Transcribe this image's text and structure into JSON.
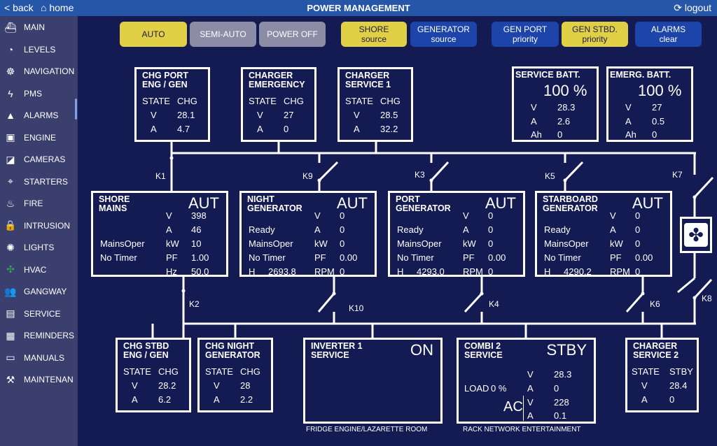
{
  "header": {
    "back": "< back",
    "home": "⌂ home",
    "title": "POWER MANAGEMENT",
    "logout": "⟳ logout"
  },
  "sidebar": {
    "items": [
      {
        "label": "MAIN",
        "icon": "ship-icon",
        "glyph": "⛴"
      },
      {
        "label": "LEVELS",
        "icon": "gauge-icon",
        "glyph": "◔"
      },
      {
        "label": "NAVIGATION",
        "icon": "helm-icon",
        "glyph": "☸"
      },
      {
        "label": "PMS",
        "icon": "bolt-icon",
        "glyph": "ϟ"
      },
      {
        "label": "ALARMS",
        "icon": "warning-icon",
        "glyph": "▲"
      },
      {
        "label": "ENGINE",
        "icon": "engine-icon",
        "glyph": "▣"
      },
      {
        "label": "CAMERAS",
        "icon": "camera-icon",
        "glyph": "◪"
      },
      {
        "label": "STARTERS",
        "icon": "crosshair-icon",
        "glyph": "⌖"
      },
      {
        "label": "FIRE",
        "icon": "fire-icon",
        "glyph": "♨"
      },
      {
        "label": "INTRUSION",
        "icon": "lock-icon",
        "glyph": "🔒"
      },
      {
        "label": "LIGHTS",
        "icon": "bulb-icon",
        "glyph": "✺"
      },
      {
        "label": "HVAC",
        "icon": "hvac-icon",
        "glyph": "✣"
      },
      {
        "label": "GANGWAY",
        "icon": "people-icon",
        "glyph": "👥"
      },
      {
        "label": "SERVICE",
        "icon": "clipboard-icon",
        "glyph": "▤"
      },
      {
        "label": "REMINDERS",
        "icon": "calendar-icon",
        "glyph": "▦"
      },
      {
        "label": "MANUALS",
        "icon": "document-icon",
        "glyph": "▭"
      },
      {
        "label": "MAINTENAN",
        "icon": "wrench-clock-icon",
        "glyph": "⚒"
      }
    ]
  },
  "toolbar": {
    "auto": "AUTO",
    "semi": "SEMI-AUTO",
    "off": "POWER OFF",
    "shore": [
      "SHORE",
      "source"
    ],
    "gen": [
      "GENERATOR",
      "source"
    ],
    "genport": [
      "GEN PORT",
      "priority"
    ],
    "genstbd": [
      "GEN STBD.",
      "priority"
    ],
    "alarms": [
      "ALARMS",
      "clear"
    ]
  },
  "colors": {
    "yellow": "#e1cf45",
    "grey": "#8c8ca6",
    "blue": "#1d44a8",
    "bg": "#141a52"
  },
  "chg_port": {
    "title": [
      "CHG PORT",
      "ENG / GEN"
    ],
    "state_label": "STATE",
    "state": "CHG",
    "v": "28.1",
    "a": "4.7"
  },
  "chg_emerg": {
    "title": [
      "CHARGER",
      "EMERGENCY"
    ],
    "state_label": "STATE",
    "state": "CHG",
    "v": "27",
    "a": "0"
  },
  "chg_svc1": {
    "title": [
      "CHARGER",
      "SERVICE 1"
    ],
    "state_label": "STATE",
    "state": "CHG",
    "v": "28.5",
    "a": "32.2"
  },
  "svc_batt": {
    "title": "SERVICE BATT.",
    "pct": "100  %",
    "v": "28.3",
    "a": "2.6",
    "ah": "0"
  },
  "emg_batt": {
    "title": "EMERG. BATT.",
    "pct": "100  %",
    "v": "27",
    "a": "0.5",
    "ah": "0"
  },
  "labels": {
    "v": "V",
    "a": "A",
    "ah": "Ah",
    "kw": "kW",
    "pf": "PF",
    "hz": "Hz",
    "rpm": "RPM",
    "h": "H"
  },
  "shore": {
    "title": [
      "SHORE",
      "MAINS"
    ],
    "mode": "AUT",
    "s1": "MainsOper",
    "s2": "No Timer",
    "v": "398",
    "a": "46",
    "kw": "10",
    "pf": "1.00",
    "hz": "50.0"
  },
  "night": {
    "title": [
      "NIGHT",
      "GENERATOR"
    ],
    "mode": "AUT",
    "s0": "Ready",
    "s1": "MainsOper",
    "s2": "No Timer",
    "h": "2693.8",
    "v": "0",
    "a": "0",
    "kw": "0",
    "pf": "0.00",
    "rpm": "0"
  },
  "port": {
    "title": [
      "PORT",
      "GENERATOR"
    ],
    "mode": "AUT",
    "s0": "Ready",
    "s1": "MainsOper",
    "s2": "No Timer",
    "h": "4293.0",
    "v": "0",
    "a": "0",
    "kw": "0",
    "pf": "0.00",
    "rpm": "0"
  },
  "stbd": {
    "title": [
      "STARBOARD",
      "GENERATOR"
    ],
    "mode": "AUT",
    "s0": "Ready",
    "s1": "MainsOper",
    "s2": "No Timer",
    "h": "4290.2",
    "v": "0",
    "a": "0",
    "kw": "0",
    "pf": "0.00",
    "rpm": "0"
  },
  "chg_stbd": {
    "title": [
      "CHG STBD",
      "ENG / GEN"
    ],
    "state_label": "STATE",
    "state": "CHG",
    "v": "28.2",
    "a": "6.2"
  },
  "chg_night": {
    "title": [
      "CHG NIGHT",
      "GENERATOR"
    ],
    "state_label": "STATE",
    "state": "CHG",
    "v": "28",
    "a": "2.2"
  },
  "inverter": {
    "title": [
      "INVERTER 1",
      "SERVICE"
    ],
    "status": "ON",
    "caption": "FRIDGE ENGINE/LAZARETTE ROOM"
  },
  "combi": {
    "title": [
      "COMBI 2",
      "SERVICE"
    ],
    "status": "STBY",
    "v": "28.3",
    "load_label": "LOAD",
    "load": "0 %",
    "a": "0",
    "ac": "AC",
    "ac_v": "228",
    "ac_a": "0.1",
    "caption": "RACK NETWORK ENTERTAINMENT"
  },
  "chg_svc2": {
    "title": [
      "CHARGER",
      "SERVICE 2"
    ],
    "state_label": "STATE",
    "state": "STBY",
    "v": "28.4",
    "a": "0"
  },
  "switches": {
    "k1": "K1",
    "k2": "K2",
    "k3": "K3",
    "k4": "K4",
    "k5": "K5",
    "k6": "K6",
    "k7": "K7",
    "k8": "K8",
    "k9": "K9",
    "k10": "K10"
  }
}
